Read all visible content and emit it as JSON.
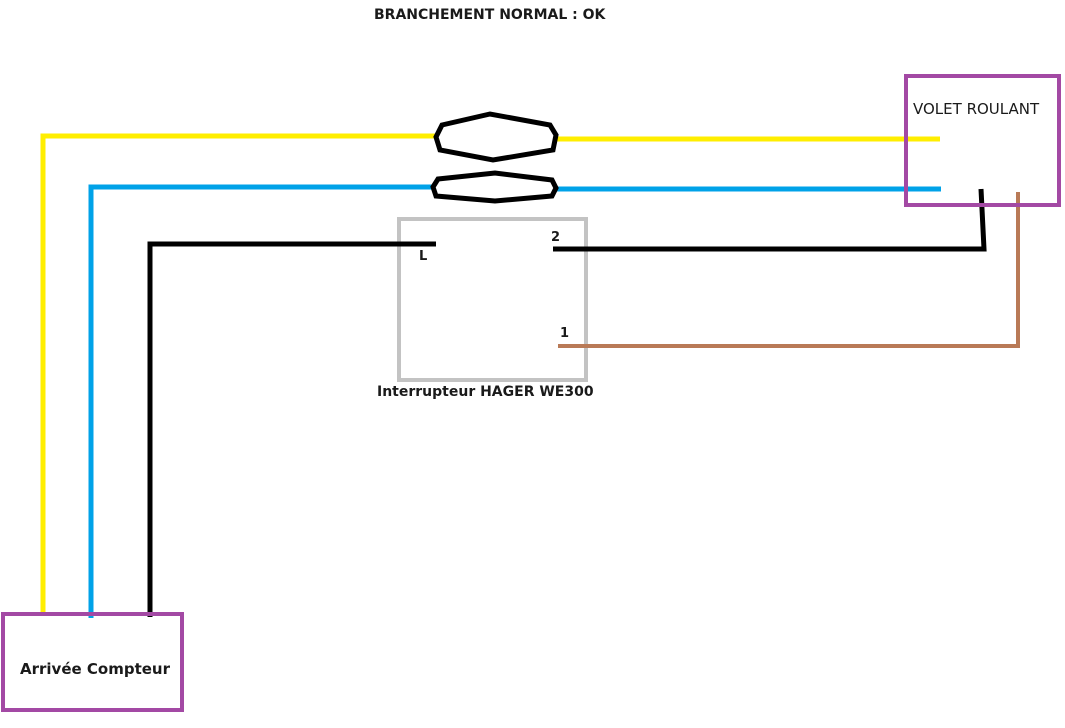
{
  "title": "BRANCHEMENT NORMAL : OK",
  "switch": {
    "caption": "Interrupteur HAGER WE300",
    "terminals": {
      "l": "L",
      "one": "1",
      "two": "2"
    }
  },
  "devices": {
    "volet": "VOLET ROULANT",
    "compteur": "Arrivée Compteur"
  },
  "colors": {
    "yellow_wire": "#ffee00",
    "blue_wire": "#00a2e8",
    "black_wire": "#000000",
    "brown_wire": "#b97a57",
    "device_box": "#a349a4",
    "switch_box": "#c3c3c3"
  }
}
